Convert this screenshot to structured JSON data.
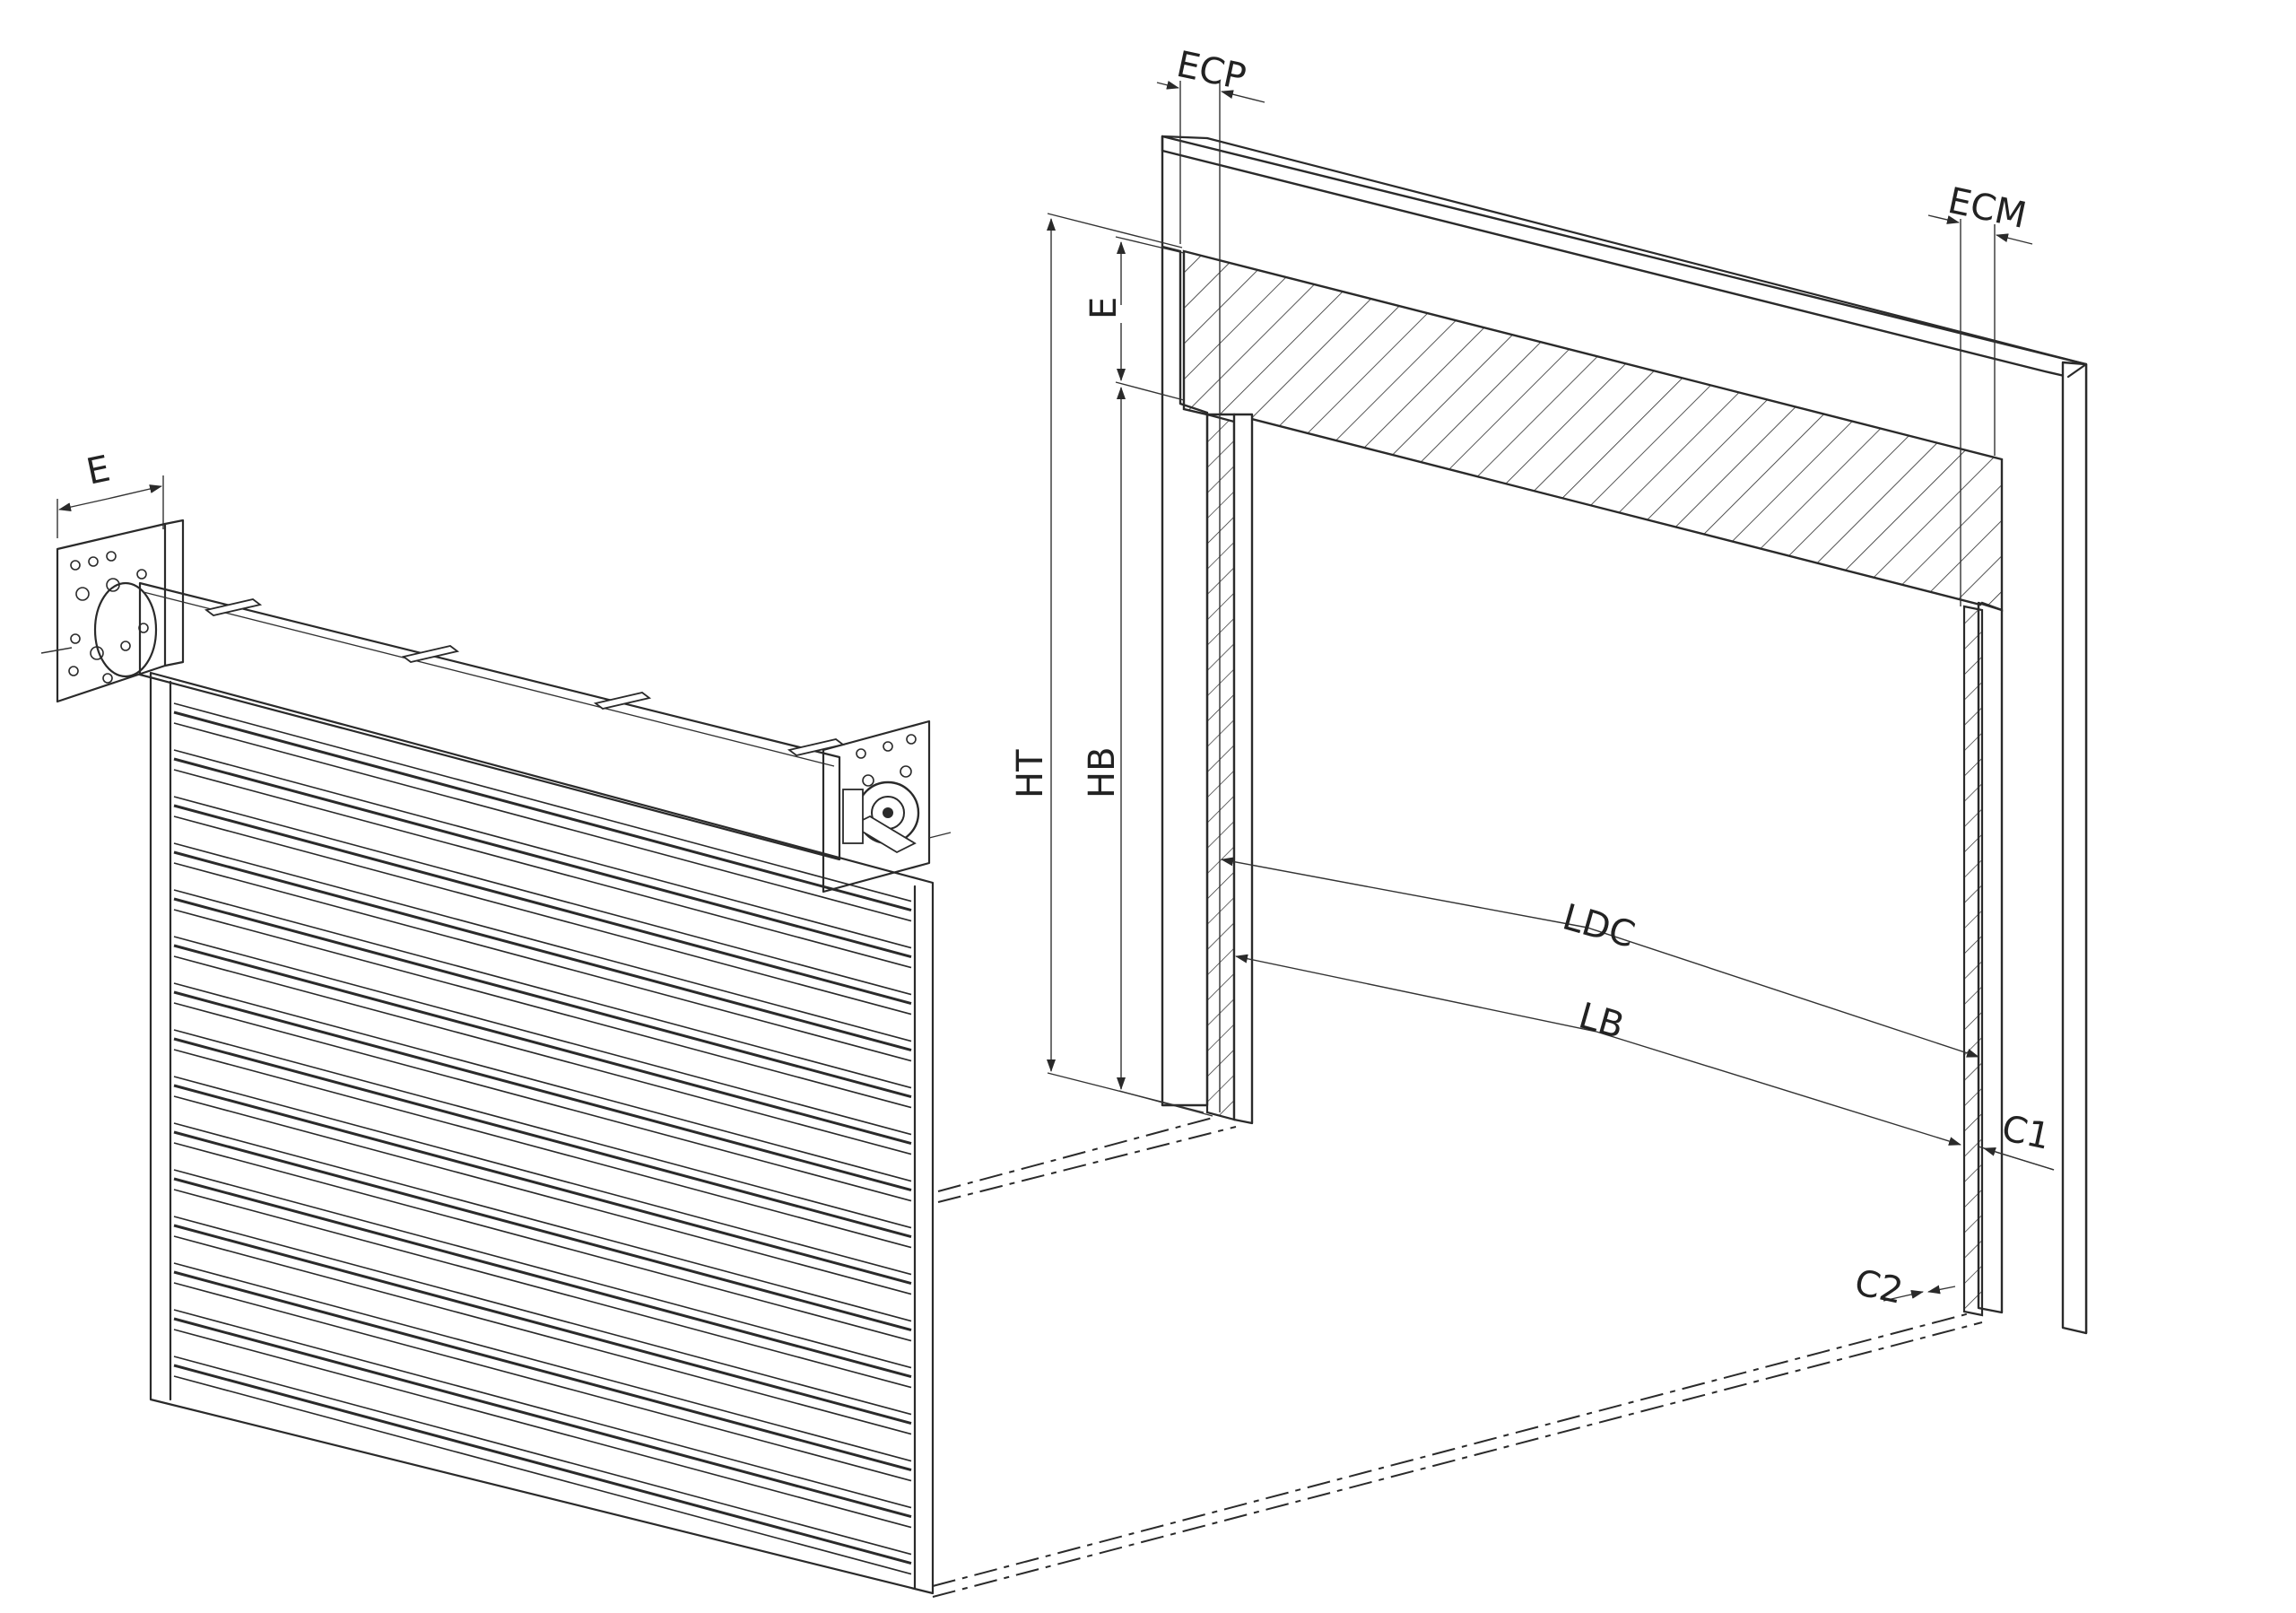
{
  "labels": {
    "ecp": "ECP",
    "ecm": "ECM",
    "e_wall": "E",
    "e_roller": "E",
    "ht": "HT",
    "hb": "HB",
    "ldc": "LDC",
    "lb": "LB",
    "c1": "C1",
    "c2": "C2"
  },
  "colors": {
    "line": "#2a2a2a",
    "background": "#ffffff"
  },
  "icons": {
    "dimension_arrow": "arrowhead",
    "hatch": "diagonal-hatch"
  }
}
